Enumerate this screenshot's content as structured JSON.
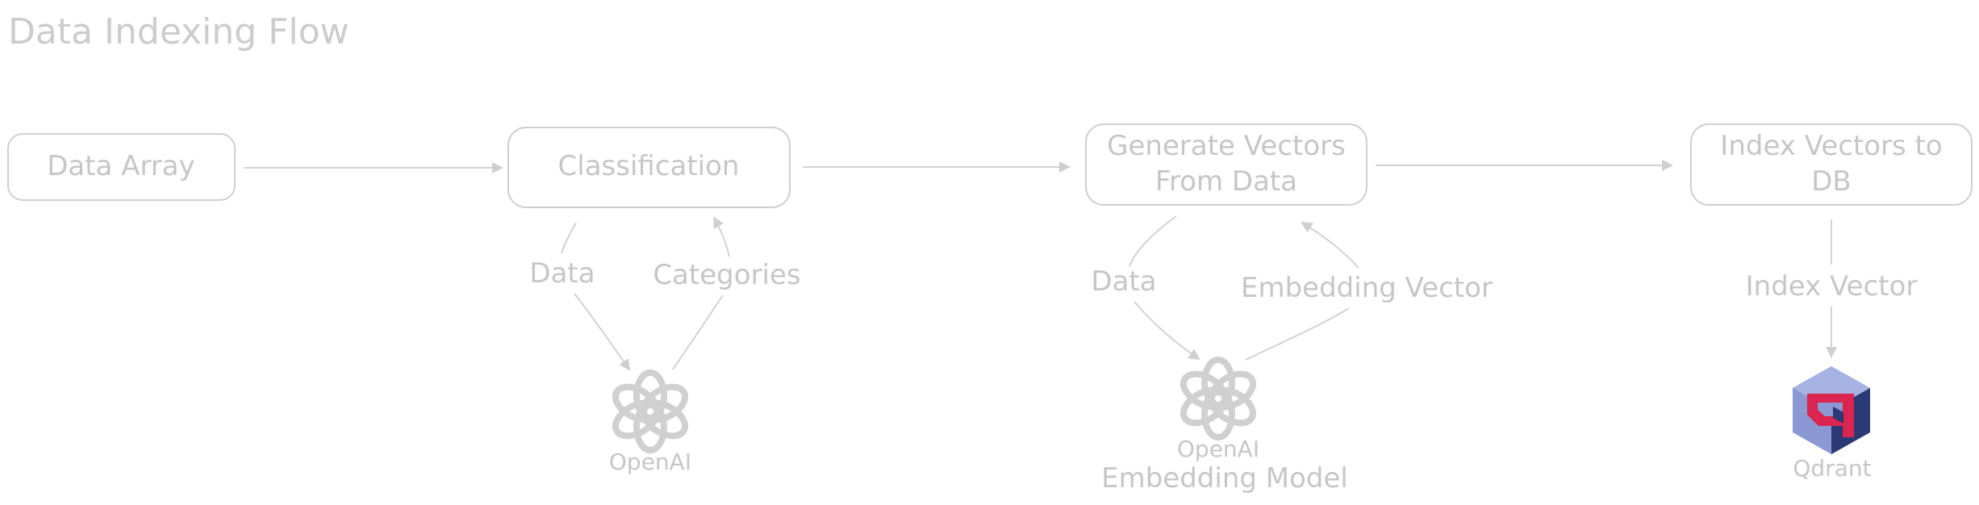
{
  "title": "Data Indexing Flow",
  "nodes": {
    "data_array": "Data Array",
    "classification": "Classification",
    "generate_vectors": [
      "Generate Vectors",
      "From Data"
    ],
    "index_vectors": [
      "Index Vectors to",
      "DB"
    ]
  },
  "edge_labels": {
    "classification_data": "Data",
    "classification_categories": "Categories",
    "generate_data": "Data",
    "embedding_vector": "Embedding Vector",
    "index_vector": "Index Vector"
  },
  "services": {
    "openai": "OpenAI",
    "openai_embedding": [
      "OpenAI",
      "Embedding Model"
    ],
    "qdrant": "Qdrant"
  },
  "colors": {
    "stroke": "#cfcfcf",
    "text": "#c6c6c6",
    "qdrant_red": "#dc2450",
    "qdrant_navy": "#2b3a74",
    "qdrant_blue": "#8a98d4"
  }
}
